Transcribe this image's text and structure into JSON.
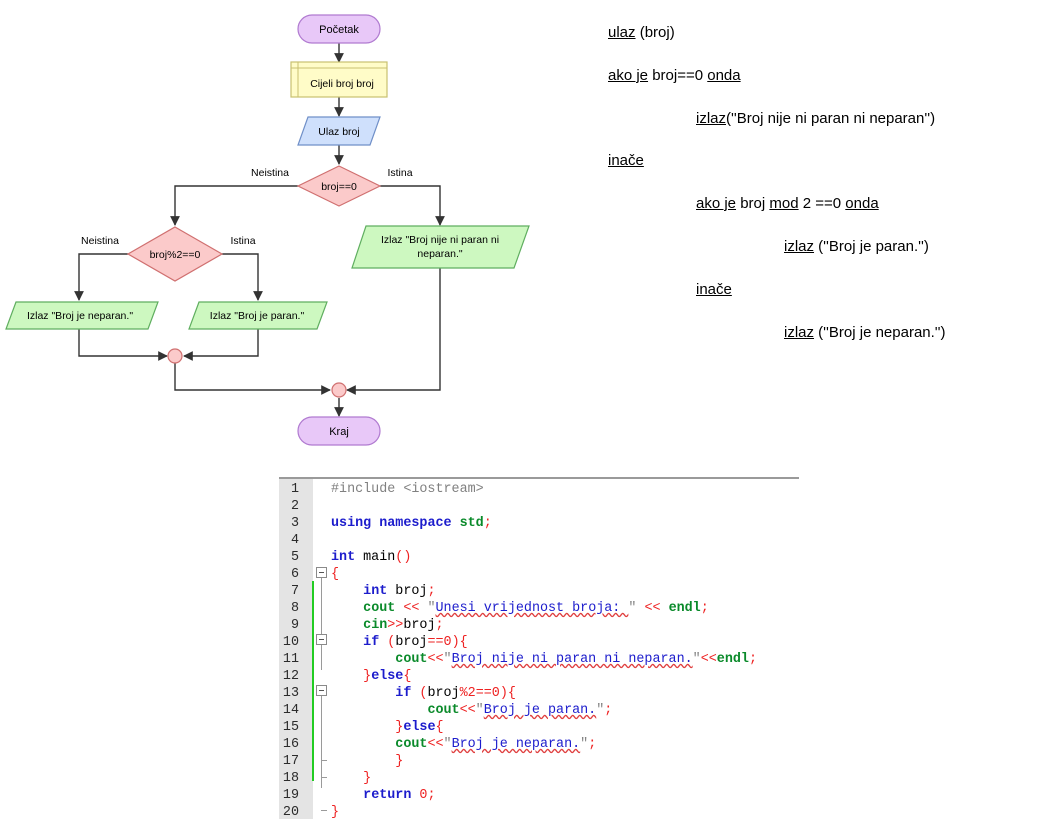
{
  "flowchart": {
    "start": "Početak",
    "declaration": "Cijeli broj broj",
    "input": "Ulaz broj",
    "decision1": "broj==0",
    "decision1_false": "Neistina",
    "decision1_true": "Istina",
    "output_zero_line1": "Izlaz \"Broj nije ni paran ni",
    "output_zero_line2": "neparan.\"",
    "decision2": "broj%2==0",
    "decision2_false": "Neistina",
    "decision2_true": "Istina",
    "output_odd": "Izlaz \"Broj je neparan.\"",
    "output_even": "Izlaz \"Broj je paran.\"",
    "end": "Kraj",
    "colors": {
      "terminal_fill": "#e8c8f8",
      "terminal_stroke": "#b07ad0",
      "process_fill": "#fffcc8",
      "process_stroke": "#c8c070",
      "io_input_fill": "#cfe0fc",
      "io_input_stroke": "#6f8fc8",
      "decision_fill": "#fbcaca",
      "decision_stroke": "#d07070",
      "io_output_fill": "#cdf8c0",
      "io_output_stroke": "#5fae5f",
      "connector_fill": "#fbcaca"
    }
  },
  "pseudocode": {
    "l1_kw": "ulaz",
    "l1_rest": " (broj)",
    "l2_kw1": "ako je",
    "l2_mid": " broj==0 ",
    "l2_kw2": "onda",
    "l3_kw": "izlaz",
    "l3_rest": "(''Broj nije ni paran ni neparan'')",
    "l4_kw": "inače",
    "l5_kw1": "ako je",
    "l5_mid1": " broj ",
    "l5_kw2": "mod",
    "l5_mid2": " 2 ==0 ",
    "l5_kw3": "onda",
    "l6_kw": "izlaz",
    "l6_rest": " (''Broj je paran.'')",
    "l7_kw": "inače",
    "l8_kw": "izlaz",
    "l8_rest": " (''Broj je neparan.'')"
  },
  "code": {
    "line_numbers": [
      "1",
      "2",
      "3",
      "4",
      "5",
      "6",
      "7",
      "8",
      "9",
      "10",
      "11",
      "12",
      "13",
      "14",
      "15",
      "16",
      "17",
      "18",
      "19",
      "20"
    ],
    "l1": "#include <iostream>",
    "l3_kw1": "using",
    "l3_kw2": "namespace",
    "l3_lib": "std",
    "l3_end": ";",
    "l5_type": "int",
    "l5_rest": " main",
    "l5_paren": "()",
    "l6_brace": "{",
    "l7_type": "int",
    "l7_rest": " broj",
    "l7_semi": ";",
    "l8_lib1": "cout",
    "l8_op1": " << ",
    "l8_q1": "\"",
    "l8_str": "Unesi vrijednost broja: ",
    "l8_q2": "\"",
    "l8_op2": " << ",
    "l8_lib2": "endl",
    "l8_semi": ";",
    "l9_lib": "cin",
    "l9_op": ">>",
    "l9_rest": "broj",
    "l9_semi": ";",
    "l10_kw": "if",
    "l10_p1": " (",
    "l10_var": "broj",
    "l10_op": "==",
    "l10_num": "0",
    "l10_p2": "){",
    "l11_lib1": "cout",
    "l11_op1": "<<",
    "l11_q1": "\"",
    "l11_str": "Broj nije ni paran ni neparan.",
    "l11_q2": "\"",
    "l11_op2": "<<",
    "l11_lib2": "endl",
    "l11_semi": ";",
    "l12_b1": "}",
    "l12_kw": "else",
    "l12_b2": "{",
    "l13_kw": "if",
    "l13_p1": " (",
    "l13_var": "broj",
    "l13_op": "%",
    "l13_num": "2",
    "l13_op2": "==",
    "l13_num2": "0",
    "l13_p2": "){",
    "l14_lib": "cout",
    "l14_op": "<<",
    "l14_q1": "\"",
    "l14_str": "Broj je paran.",
    "l14_q2": "\"",
    "l14_semi": ";",
    "l15_b1": "}",
    "l15_kw": "else",
    "l15_b2": "{",
    "l16_lib": "cout",
    "l16_op": "<<",
    "l16_q1": "\"",
    "l16_str": "Broj je neparan.",
    "l16_q2": "\"",
    "l16_semi": ";",
    "l17_b": "}",
    "l18_b": "}",
    "l19_kw": "return",
    "l19_num": "0",
    "l19_semi": ";",
    "l20_b": "}"
  }
}
